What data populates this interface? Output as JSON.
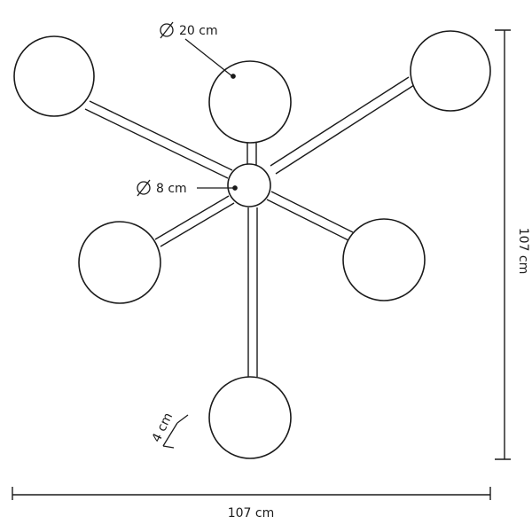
{
  "labels": {
    "globe_diameter": "20 cm",
    "hub_diameter": "8 cm",
    "height": "107 cm",
    "width": "107 cm",
    "rod": "4 cm"
  }
}
